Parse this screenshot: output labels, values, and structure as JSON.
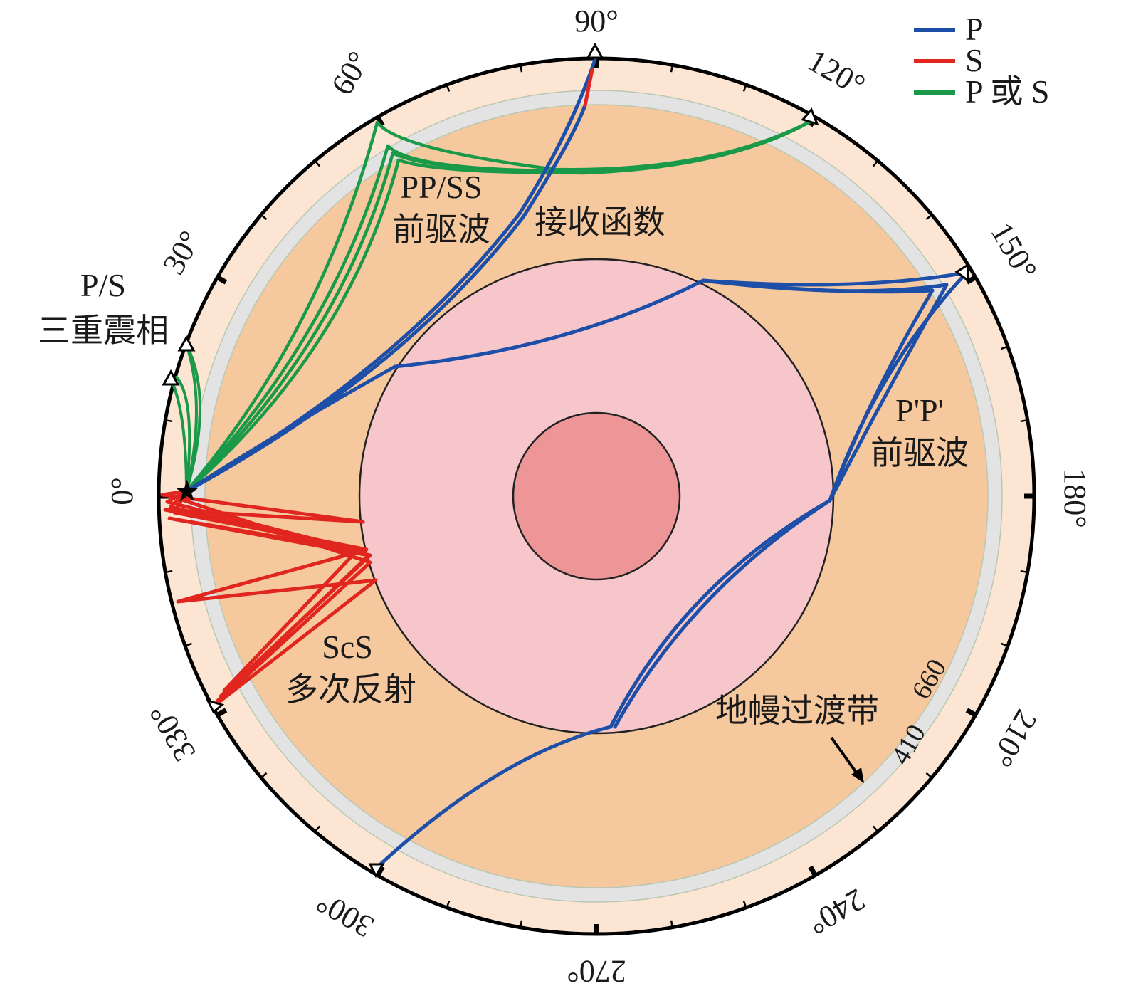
{
  "legend": [
    {
      "label": "P",
      "color": "#1e4fa8"
    },
    {
      "label": "S",
      "color": "#e0261f"
    },
    {
      "label": "P 或 S",
      "color": "#1a9a48"
    }
  ],
  "degree_labels": {
    "d0": "0°",
    "d30": "30°",
    "d60": "60°",
    "d90": "90°",
    "d120": "120°",
    "d150": "150°",
    "d180": "180°",
    "d210": "210°",
    "d240": "240°",
    "d270": "270°",
    "d300": "300°",
    "d330": "330°"
  },
  "annotations": {
    "pps_1": "P/S",
    "pps_2": "三重震相",
    "ppss_1": "PP/SS",
    "ppss_2": "前驱波",
    "rf": "接收函数",
    "pp_1": "P'P'",
    "pp_2": "前驱波",
    "scs_1": "ScS",
    "scs_2": "多次反射",
    "mtz": "地幔过渡带",
    "d410": "410",
    "d660": "660"
  },
  "colors": {
    "p_wave": "#1e4fa8",
    "s_wave": "#e0261f",
    "p_or_s": "#1a9a48",
    "crust": "#fce6d3",
    "transition_zone": "#e3e3e3",
    "mantle": "#f6c89e",
    "outer_core": "#f6c6cb",
    "inner_core": "#ee9598"
  }
}
